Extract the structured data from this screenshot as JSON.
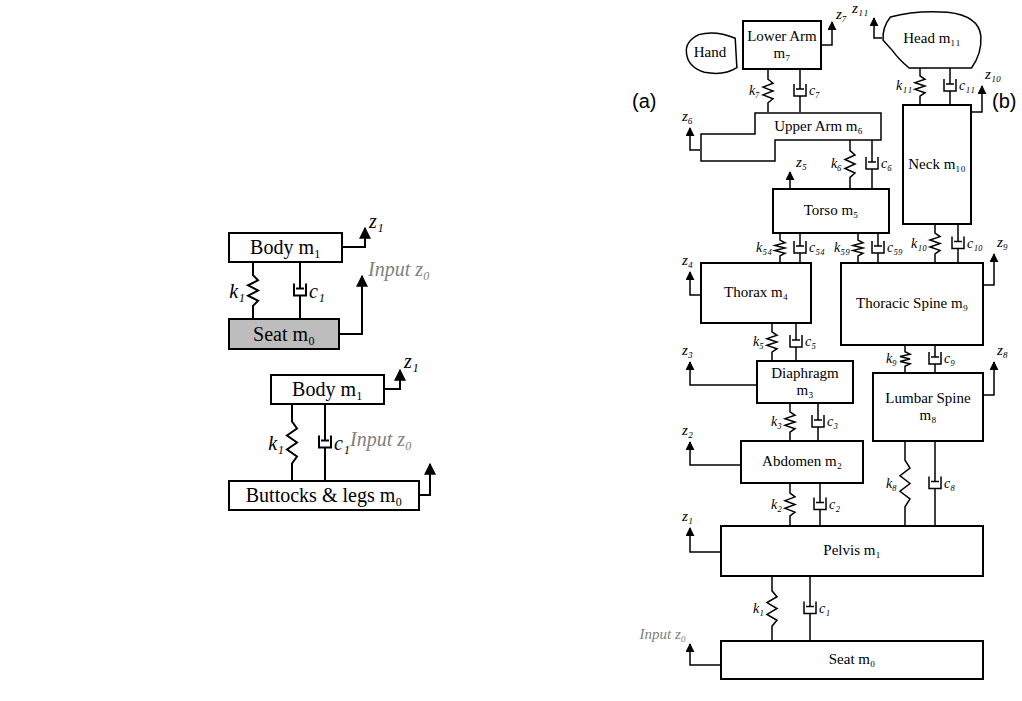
{
  "diagram": {
    "nodes": [
      {
        "text": [
          "Body m₁"
        ]
      },
      {
        "text": [
          "Seat m₀"
        ]
      },
      {
        "text": [
          "Body m₁"
        ]
      },
      {
        "text": [
          "Buttocks & legs m₀"
        ]
      },
      {
        "text": [
          "Hand"
        ]
      },
      {
        "text": [
          "Lower Arm m₇"
        ]
      },
      {
        "text": [
          "Head m₁₁"
        ]
      },
      {
        "text": [
          "Upper Arm m₆"
        ]
      },
      {
        "text": [
          "Neck m₁₀"
        ]
      },
      {
        "text": [
          "Torso m₅"
        ]
      },
      {
        "text": [
          "Thoracic Spine m₉"
        ]
      },
      {
        "text": [
          "Thorax m₄"
        ]
      },
      {
        "text": [
          "Lumbar Spine m₈"
        ]
      },
      {
        "text": [
          "Diaphragm m₃"
        ]
      },
      {
        "text": [
          "Abdomen m₂"
        ]
      },
      {
        "text": [
          "Pelvis m₁"
        ]
      },
      {
        "text": [
          "Seat m₀"
        ]
      }
    ],
    "edges": [
      {
        "from": 0,
        "to": 1,
        "label": "k₁",
        "arrow": "none"
      },
      {
        "from": 0,
        "to": 1,
        "label": "c₁",
        "arrow": "none"
      },
      {
        "from": 2,
        "to": 3,
        "label": "k₁",
        "arrow": "none"
      },
      {
        "from": 2,
        "to": 3,
        "label": "c₁",
        "arrow": "none"
      },
      {
        "from": 5,
        "to": 7,
        "label": "k₇",
        "arrow": "none"
      },
      {
        "from": 5,
        "to": 7,
        "label": "c₇",
        "arrow": "none"
      },
      {
        "from": 6,
        "to": 8,
        "label": "k₁₁",
        "arrow": "none"
      },
      {
        "from": 6,
        "to": 8,
        "label": "c₁₁",
        "arrow": "none"
      },
      {
        "from": 7,
        "to": 9,
        "label": "k₆",
        "arrow": "none"
      },
      {
        "from": 7,
        "to": 9,
        "label": "c₆",
        "arrow": "none"
      },
      {
        "from": 8,
        "to": 10,
        "label": "k₁₀",
        "arrow": "none"
      },
      {
        "from": 8,
        "to": 10,
        "label": "c₁₀",
        "arrow": "none"
      },
      {
        "from": 9,
        "to": 11,
        "label": "k₅₄",
        "arrow": "none"
      },
      {
        "from": 9,
        "to": 11,
        "label": "c₅₄",
        "arrow": "none"
      },
      {
        "from": 9,
        "to": 10,
        "label": "k₅₉",
        "arrow": "none"
      },
      {
        "from": 9,
        "to": 10,
        "label": "c₅₉",
        "arrow": "none"
      },
      {
        "from": 11,
        "to": 13,
        "label": "k₅",
        "arrow": "none"
      },
      {
        "from": 11,
        "to": 13,
        "label": "c₅",
        "arrow": "none"
      },
      {
        "from": 10,
        "to": 12,
        "label": "k₉",
        "arrow": "none"
      },
      {
        "from": 10,
        "to": 12,
        "label": "c₉",
        "arrow": "none"
      },
      {
        "from": 13,
        "to": 14,
        "label": "k₃",
        "arrow": "none"
      },
      {
        "from": 13,
        "to": 14,
        "label": "c₃",
        "arrow": "none"
      },
      {
        "from": 14,
        "to": 15,
        "label": "k₂",
        "arrow": "none"
      },
      {
        "from": 14,
        "to": 15,
        "label": "c₂",
        "arrow": "none"
      },
      {
        "from": 12,
        "to": 15,
        "label": "k₈",
        "arrow": "none"
      },
      {
        "from": 12,
        "to": 15,
        "label": "c₈",
        "arrow": "none"
      },
      {
        "from": 15,
        "to": 16,
        "label": "k₁",
        "arrow": "none"
      },
      {
        "from": 15,
        "to": 16,
        "label": "c₁",
        "arrow": "none"
      }
    ],
    "labels": [
      "(a)",
      "(b)",
      "z₁",
      "Input z₀",
      "z₁",
      "Input z₀",
      "z₇",
      "z₁₁",
      "z₁₀",
      "z₆",
      "z₅",
      "z₉",
      "z₄",
      "z₃",
      "z₈",
      "z₂",
      "z₁",
      "Input z₀"
    ]
  }
}
